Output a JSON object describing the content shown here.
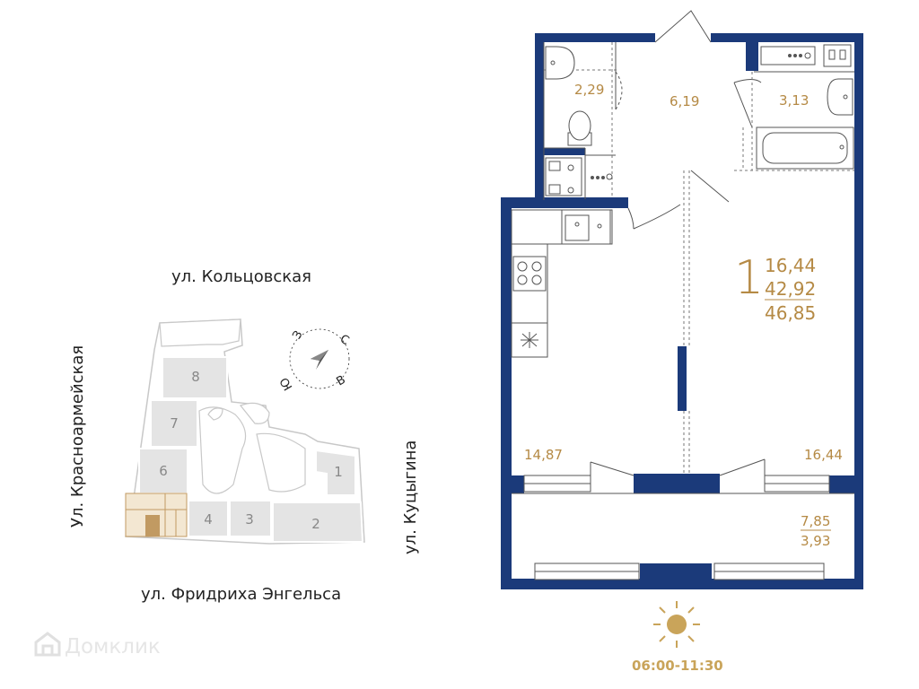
{
  "streets": {
    "north": "ул. Кольцовская",
    "west": "Ул. Красноармейская",
    "east": "ул. Куцыгина",
    "south": "ул. Фридриха Энгельса"
  },
  "compass": {
    "n": "С",
    "s": "Ю",
    "e": "В",
    "w": "З"
  },
  "site_plan": {
    "sections": [
      "8",
      "7",
      "6",
      "4",
      "3",
      "2",
      "1"
    ],
    "colors": {
      "block": "#e4e4e4",
      "outline": "#c8c8c8",
      "selected": "#d9b886",
      "selected_dark": "#c19a62"
    }
  },
  "floorplan": {
    "room_areas": {
      "bathroom_small": "2,29",
      "hall": "6,19",
      "bathroom_large": "3,13",
      "kitchen_living": "14,87",
      "bedroom": "16,44",
      "balcony_full": "7,85",
      "balcony_reduced": "3,93"
    },
    "rooms_count": "1",
    "summary": {
      "living": "16,44",
      "total": "42,92",
      "total_with_balcony": "46,85"
    },
    "colors": {
      "wall": "#1b3a7a",
      "accent": "#b58a45",
      "line": "#555555"
    }
  },
  "insolation": {
    "time": "06:00-11:30",
    "sun_color": "#c9a45a"
  },
  "watermark": {
    "text": "Домклик"
  }
}
